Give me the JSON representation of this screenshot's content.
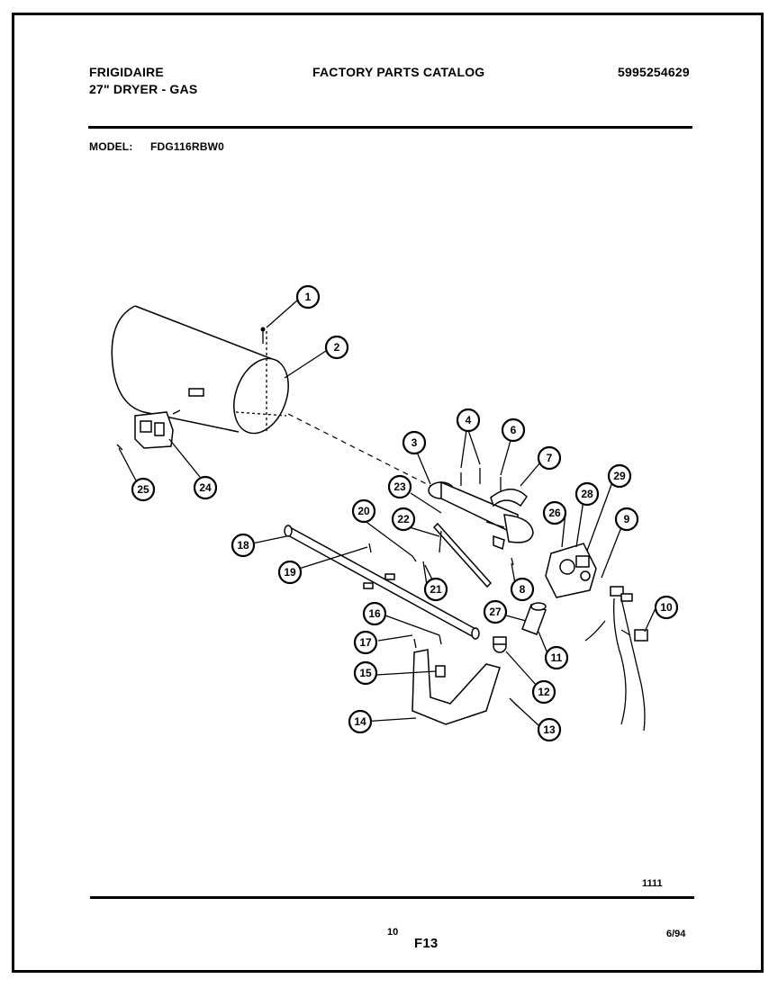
{
  "header": {
    "brand": "FRIGIDAIRE",
    "product": "27\" DRYER - GAS",
    "catalog_title": "FACTORY PARTS CATALOG",
    "catalog_number": "5995254629",
    "model_label": "MODEL:",
    "model_value": "FDG116RBW0"
  },
  "diagram": {
    "callouts": [
      "1",
      "2",
      "3",
      "4",
      "6",
      "7",
      "8",
      "9",
      "10",
      "11",
      "12",
      "13",
      "14",
      "15",
      "16",
      "17",
      "18",
      "19",
      "20",
      "21",
      "22",
      "23",
      "24",
      "25",
      "26",
      "27",
      "28",
      "29"
    ]
  },
  "footer": {
    "figure_code": "1111",
    "page_number": "10",
    "figure_id": "F13",
    "date": "6/94"
  }
}
